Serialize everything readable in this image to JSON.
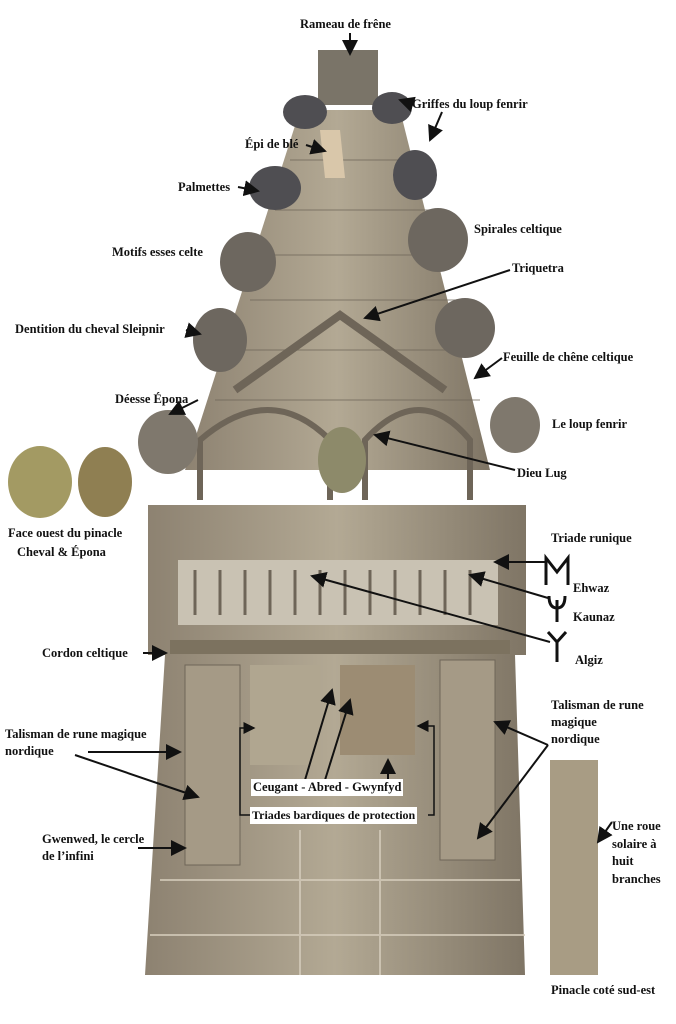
{
  "labels": {
    "rameau": "Rameau de frêne",
    "griffes": "Griffes du loup fenrir",
    "epi": "Épi de blé",
    "palmettes": "Palmettes",
    "spirales": "Spirales celtique",
    "esses": "Motifs esses celte",
    "triquetra": "Triquetra",
    "dentition": "Dentition du cheval Sleipnir",
    "feuille": "Feuille de chêne celtique",
    "epona": "Déesse Épona",
    "loup": "Le loup fenrir",
    "lug": "Dieu Lug",
    "face_ouest": "Face ouest du pinacle",
    "cheval_epona": "Cheval & Épona",
    "triade_runique": "Triade runique",
    "ehwaz": "Ehwaz",
    "kaunaz": "Kaunaz",
    "algiz": "Algiz",
    "cordon": "Cordon celtique",
    "talisman_left_1": "Talisman de rune magique",
    "talisman_left_2": "nordique",
    "ceugant": "Ceugant - Abred - Gwynfyd",
    "triades": "Triades bardiques de protection",
    "gwenwed_1": "Gwenwed, le cercle",
    "gwenwed_2": "de l’infini",
    "talisman_right_1": "Talisman de rune",
    "talisman_right_2": "magique",
    "talisman_right_3": "nordique",
    "roue_1": "Une roue",
    "roue_2": "solaire à",
    "roue_3": "huit",
    "roue_4": "branches",
    "pinacle_se": "Pinacle coté sud-est"
  },
  "colors": {
    "stone": "#9a8f7e",
    "stone_dark": "#6f665a",
    "stone_light": "#c2b8a4",
    "arrow": "#111111"
  }
}
